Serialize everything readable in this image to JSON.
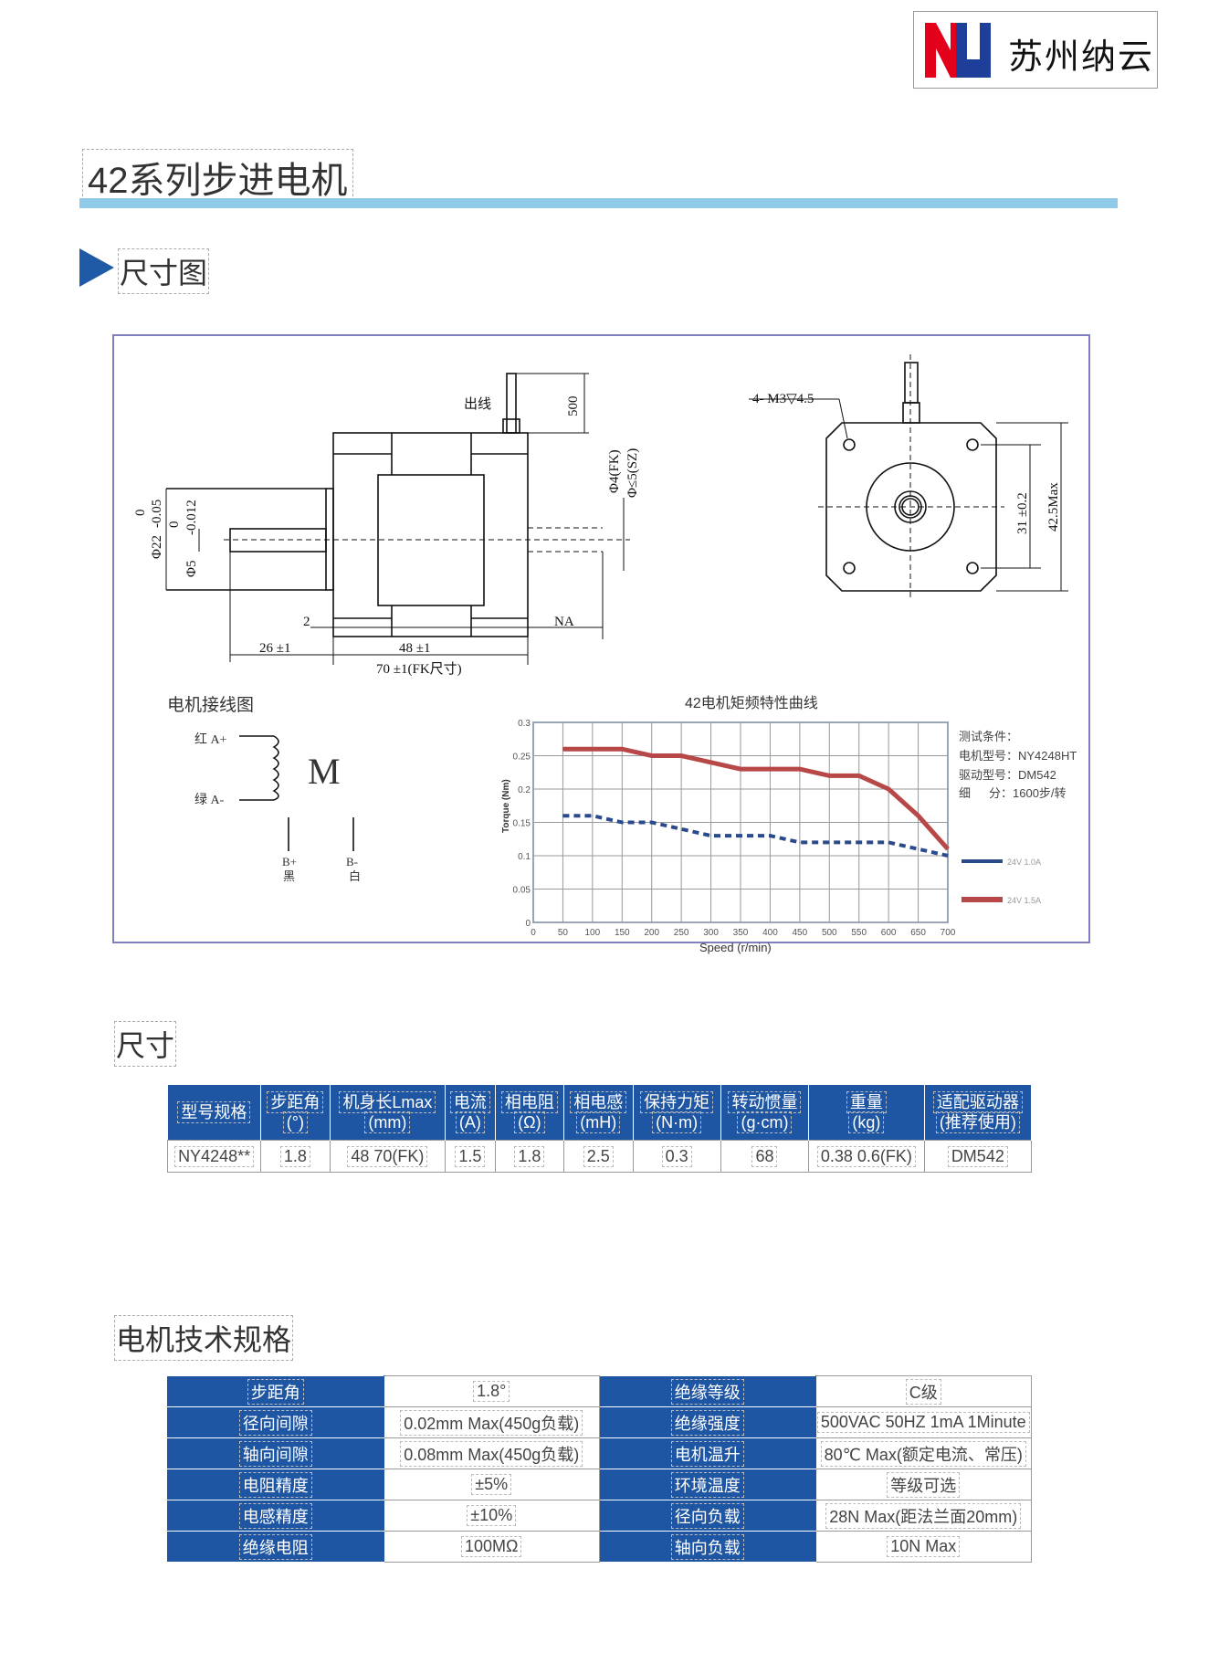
{
  "logo": {
    "mark": "NY",
    "company": "苏州纳云",
    "colors": {
      "red": "#e3001b",
      "blue": "#1d3f9a"
    }
  },
  "page_title": "42系列步进电机",
  "section_dimension_drawing": "尺寸图",
  "drawing": {
    "lead_out": "出线",
    "lead_length": "500",
    "shaft_rear_dia": [
      "Φ4(FK)",
      "Φ≤5(SZ)"
    ],
    "boss_tol_upper": "0",
    "boss_tol_lower": "-0.05",
    "boss_dia": "Φ22",
    "shaft_tol_upper": "0",
    "shaft_tol_lower": "-0.012",
    "shaft_dia": "Φ5",
    "dim_2": "2",
    "dim_na": "NA",
    "dim_26": "26 ±1",
    "dim_48": "48 ±1",
    "dim_70": "70 ±1(FK尺寸)",
    "holes": "4- M3▽4.5",
    "hole_pitch": "31 ±0.2",
    "flange_size": "42.5Max"
  },
  "wiring": {
    "title": "电机接线图",
    "a_plus": "红 A+",
    "a_minus": "绿 A-",
    "motor": "M",
    "b_plus": "B+",
    "b_plus_color": "黑",
    "b_minus": "B-",
    "b_minus_color": "白"
  },
  "chart_data": {
    "type": "line",
    "title": "42电机矩频特性曲线",
    "xlabel": "Speed (r/min)",
    "ylabel": "Torque (Nm)",
    "xlim": [
      0,
      700
    ],
    "ylim": [
      0,
      0.3
    ],
    "x_ticks": [
      0,
      50,
      100,
      150,
      200,
      250,
      300,
      350,
      400,
      450,
      500,
      550,
      600,
      650,
      700
    ],
    "y_ticks": [
      0,
      0.05,
      0.1,
      0.15,
      0.2,
      0.25,
      0.3
    ],
    "y_tick_labels": [
      "0",
      "0.05",
      "0.1",
      "0.15",
      "0.2",
      "0.25",
      "0.3"
    ],
    "grid": true,
    "legend_position": "right",
    "x": [
      50,
      100,
      150,
      200,
      250,
      300,
      350,
      400,
      450,
      500,
      550,
      600,
      650,
      700
    ],
    "series": [
      {
        "name": "24V 1.0A",
        "color": "#2a4a8c",
        "style": "dashed",
        "values": [
          0.16,
          0.16,
          0.15,
          0.15,
          0.14,
          0.13,
          0.13,
          0.13,
          0.12,
          0.12,
          0.12,
          0.12,
          0.11,
          0.1
        ]
      },
      {
        "name": "24V 1.5A",
        "color": "#b84848",
        "style": "solid",
        "values": [
          0.26,
          0.26,
          0.26,
          0.25,
          0.25,
          0.24,
          0.23,
          0.23,
          0.23,
          0.22,
          0.22,
          0.2,
          0.16,
          0.11
        ]
      }
    ],
    "test_conditions": [
      "测试条件：",
      "电机型号：NY4248HT",
      "驱动型号：DM542",
      "细",
      "分：1600步/转"
    ]
  },
  "section_size": "尺寸",
  "size_table": {
    "headers": [
      [
        "型号规格",
        ""
      ],
      [
        "步距角",
        "(°)"
      ],
      [
        "机身长Lmax",
        "(mm)"
      ],
      [
        "电流",
        "(A)"
      ],
      [
        "相电阻",
        "(Ω)"
      ],
      [
        "相电感",
        "(mH)"
      ],
      [
        "保持力矩",
        "(N·m)"
      ],
      [
        "转动惯量",
        "(g·cm)"
      ],
      [
        "重量",
        "(kg)"
      ],
      [
        "适配驱动器",
        "(推荐使用)"
      ]
    ],
    "row": [
      "NY4248**",
      "1.8",
      "48 70(FK)",
      "1.5",
      "1.8",
      "2.5",
      "0.3",
      "68",
      "0.38 0.6(FK)",
      "DM542"
    ]
  },
  "section_spec": "电机技术规格",
  "spec_table": [
    [
      "步距角",
      "1.8°",
      "绝缘等级",
      "C级"
    ],
    [
      "径向间隙",
      "0.02mm Max(450g负载)",
      "绝缘强度",
      "500VAC 50HZ 1mA 1Minute"
    ],
    [
      "轴向间隙",
      "0.08mm Max(450g负载)",
      "电机温升",
      "80℃ Max(额定电流、常压)"
    ],
    [
      "电阻精度",
      "±5%",
      "环境温度",
      "等级可选"
    ],
    [
      "电感精度",
      "±10%",
      "径向负载",
      "28N Max(距法兰面20mm)"
    ],
    [
      "绝缘电阻",
      "100MΩ",
      "轴向负载",
      "10N Max"
    ]
  ]
}
